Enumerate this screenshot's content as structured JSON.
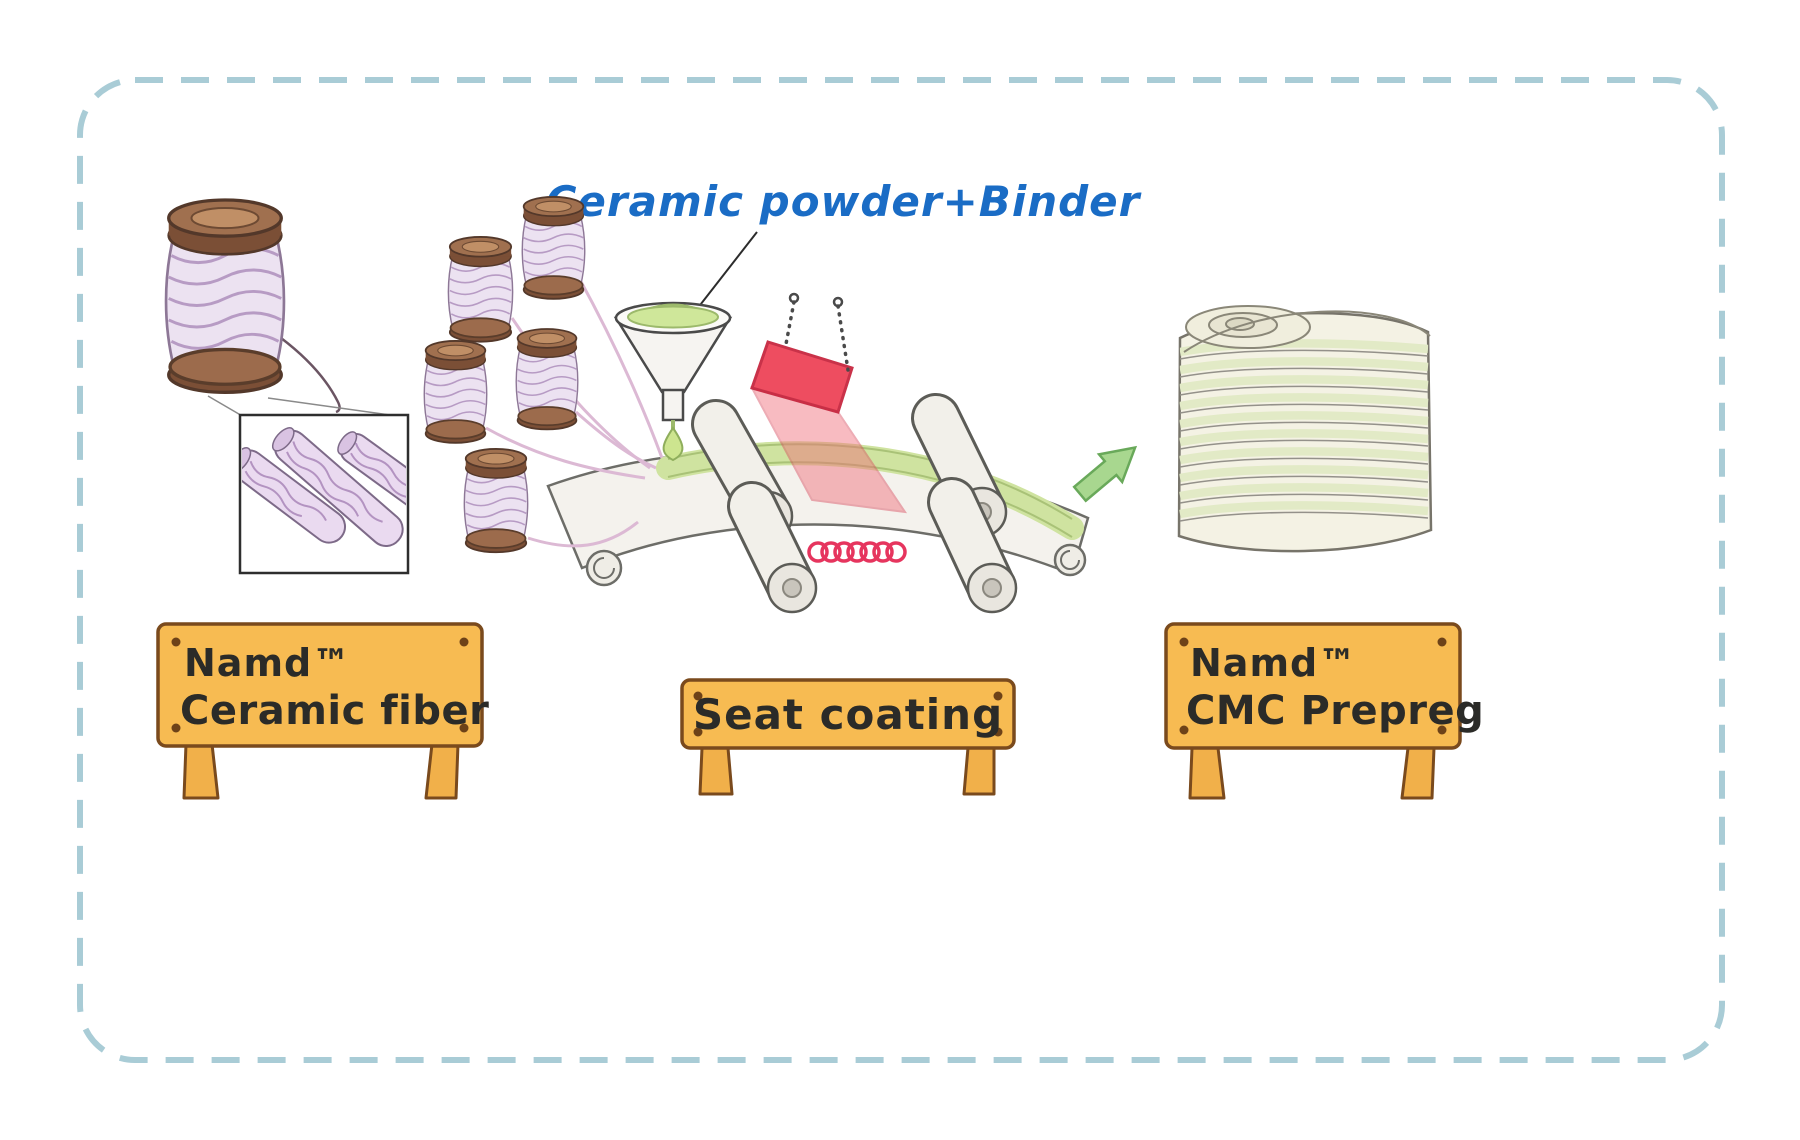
{
  "diagram": {
    "annotation": {
      "label": "Ceramic powder+Binder"
    },
    "signs": {
      "ceramic_fiber": {
        "line1": "Namd™",
        "line2": "Ceramic fiber"
      },
      "seat_coating": {
        "line1": "Seat coating"
      },
      "cmc_prepreg": {
        "line1": "Namd™",
        "line2": "CMC Prepreg"
      }
    }
  },
  "colors": {
    "border": "#a9ccd6",
    "annotation_blue": "#1a6cc5",
    "sign_board": "#f7bb52",
    "sign_outline": "#7a4a1d",
    "heater_red": "#ee4458",
    "heater_beam": "#f06a77",
    "coil_red": "#e6355e",
    "powder_green": "#cfe79a",
    "binder_drop_green": "#cde58f",
    "coating_green": "#cfe3a0",
    "arrow_green": "#a8d78f",
    "fiber_lavender": "#ece2f1",
    "spool_brown": "#9c6b4c",
    "roll_cream": "#f4f2e4"
  }
}
